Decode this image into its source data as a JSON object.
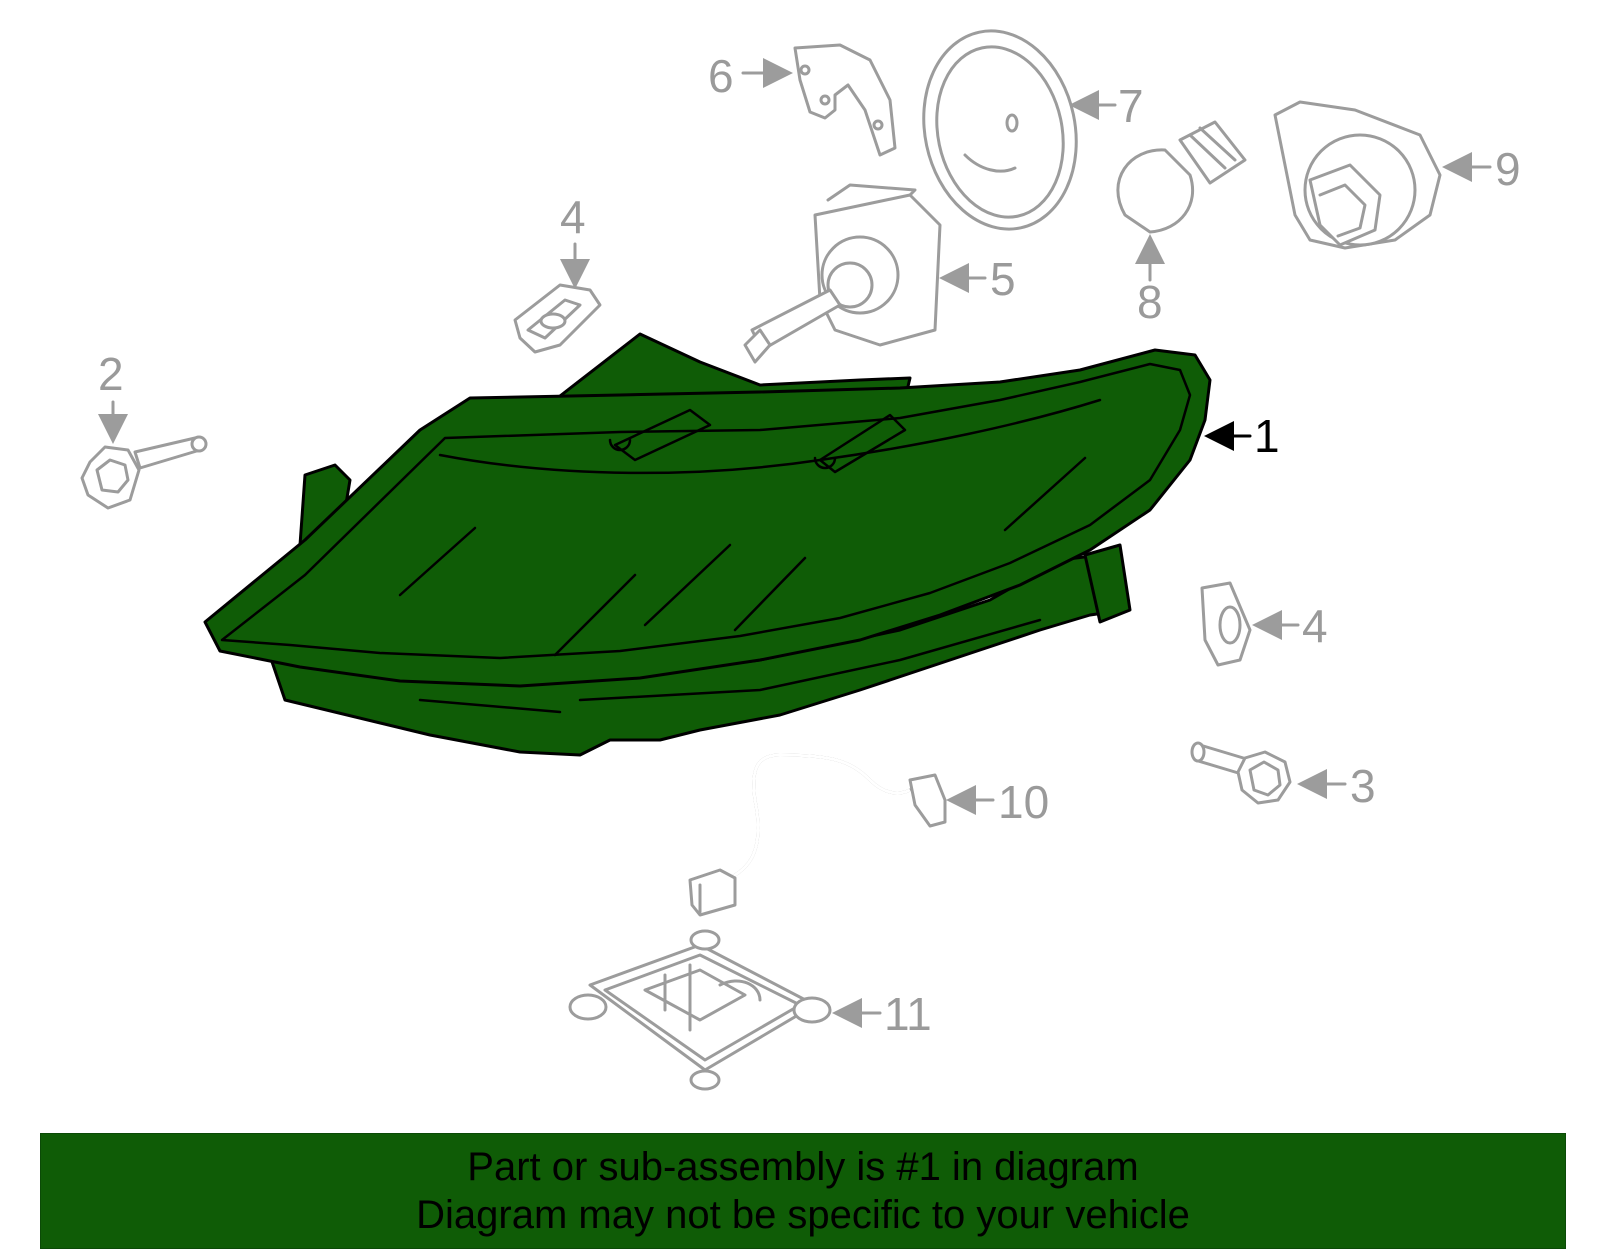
{
  "colors": {
    "highlight": "#0f5c06",
    "banner": "#0f5c06",
    "part_outline": "#9c9c9c",
    "main_outline": "#000000"
  },
  "callouts": [
    {
      "id": "1",
      "label": "1",
      "part": "headlamp-assembly",
      "highlighted": true
    },
    {
      "id": "2",
      "label": "2",
      "part": "bolt"
    },
    {
      "id": "3",
      "label": "3",
      "part": "bolt"
    },
    {
      "id": "4a",
      "label": "4",
      "part": "clip"
    },
    {
      "id": "4b",
      "label": "4",
      "part": "clip"
    },
    {
      "id": "5",
      "label": "5",
      "part": "bulb"
    },
    {
      "id": "6",
      "label": "6",
      "part": "bracket"
    },
    {
      "id": "7",
      "label": "7",
      "part": "cover"
    },
    {
      "id": "8",
      "label": "8",
      "part": "bulb"
    },
    {
      "id": "9",
      "label": "9",
      "part": "socket"
    },
    {
      "id": "10",
      "label": "10",
      "part": "wiring-harness"
    },
    {
      "id": "11",
      "label": "11",
      "part": "control-module"
    }
  ],
  "banner": {
    "line1": "Part or sub-assembly is #1 in diagram",
    "line2": "Diagram may not be specific to your vehicle"
  }
}
